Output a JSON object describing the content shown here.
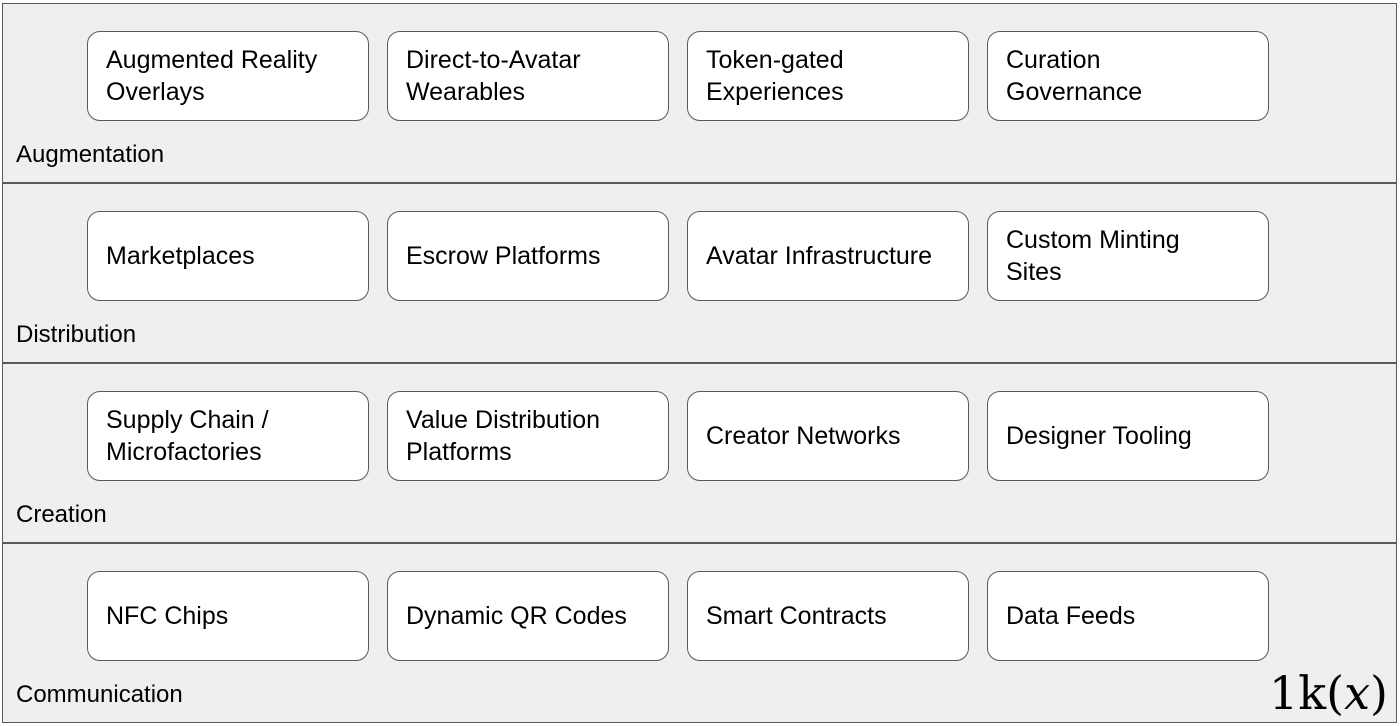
{
  "layers": [
    {
      "label": "Augmentation",
      "items": [
        "Augmented Reality\nOverlays",
        "Direct-to-Avatar\nWearables",
        "Token-gated\nExperiences",
        "Curation\nGovernance"
      ]
    },
    {
      "label": "Distribution",
      "items": [
        "Marketplaces",
        "Escrow Platforms",
        "Avatar Infrastructure",
        "Custom Minting\nSites"
      ]
    },
    {
      "label": "Creation",
      "items": [
        "Supply Chain /\nMicrofactories",
        "Value Distribution\nPlatforms",
        "Creator Networks",
        "Designer Tooling"
      ]
    },
    {
      "label": "Communication",
      "items": [
        "NFC Chips",
        "Dynamic QR Codes",
        "Smart Contracts",
        "Data Feeds"
      ]
    }
  ],
  "brand": {
    "prefix": "1k",
    "open": "(",
    "var": "x",
    "close": ")"
  },
  "colors": {
    "layer_fill": "#efefef",
    "border": "#595959",
    "box_fill": "#ffffff",
    "text": "#000000"
  }
}
